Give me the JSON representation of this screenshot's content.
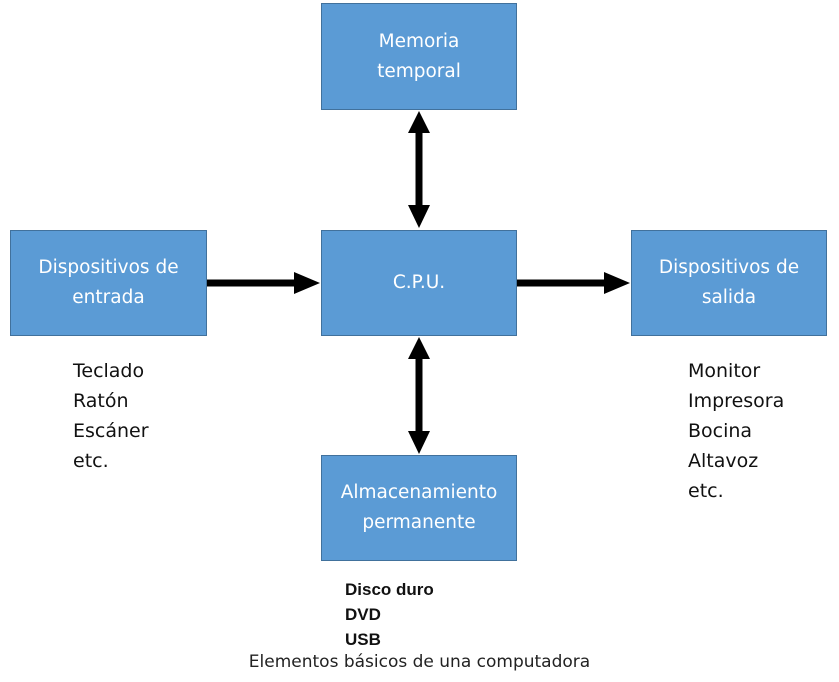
{
  "boxes": {
    "memoria": "Memoria\ntemporal",
    "entrada": "Dispositivos de\nentrada",
    "cpu": "C.P.U.",
    "salida": "Dispositivos de\nsalida",
    "almacenamiento": "Almacenamiento\npermanente"
  },
  "input_devices": [
    "Teclado",
    "Ratón",
    "Escáner",
    "etc."
  ],
  "output_devices": [
    "Monitor",
    "Impresora",
    "Bocina",
    "Altavoz",
    "etc."
  ],
  "storage_devices": [
    "Disco duro",
    "DVD",
    "USB"
  ],
  "caption": "Elementos básicos de una computadora",
  "colors": {
    "box_fill": "#5b9bd5",
    "box_border": "#41719c",
    "arrow": "#000000"
  }
}
